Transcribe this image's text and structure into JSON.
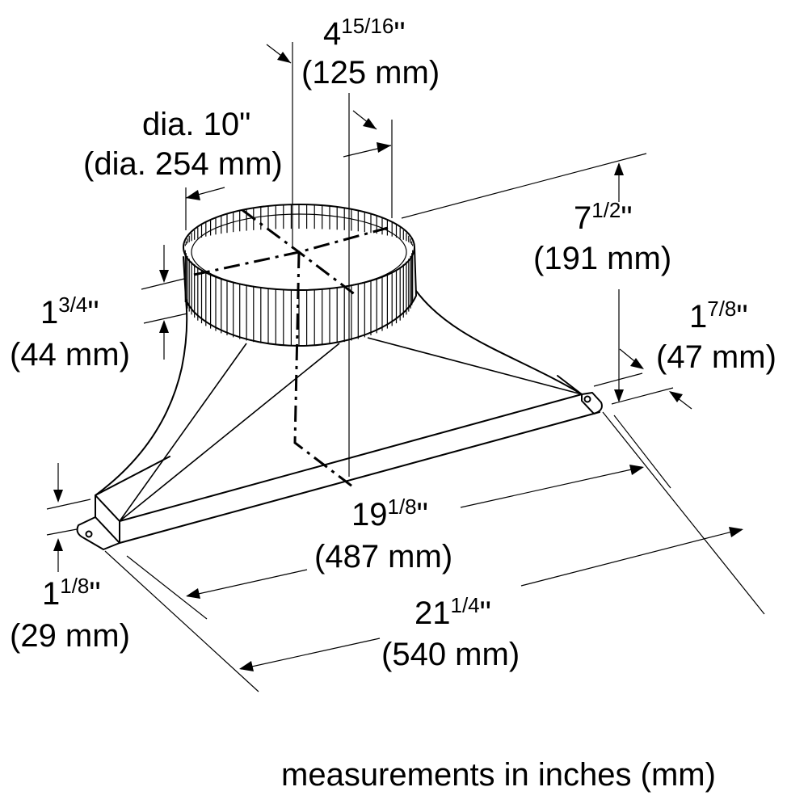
{
  "dimensions": {
    "top_offset": {
      "whole": "4",
      "fraction": "15/16",
      "unit": "\"",
      "metric": "(125 mm)"
    },
    "diameter": {
      "imperial": "dia. 10\"",
      "metric": "(dia. 254 mm)"
    },
    "collar_height": {
      "whole": "1",
      "fraction": "3/4",
      "unit": "\"",
      "metric": "(44 mm)"
    },
    "total_height": {
      "whole": "7",
      "fraction": "1/2",
      "unit": "\"",
      "metric": "(191 mm)"
    },
    "flange_depth": {
      "whole": "1",
      "fraction": "7/8",
      "unit": "\"",
      "metric": "(47 mm)"
    },
    "body_length": {
      "whole": "19",
      "fraction": "1/8",
      "unit": "\"",
      "metric": "(487 mm)"
    },
    "flange_height": {
      "whole": "1",
      "fraction": "1/8",
      "unit": "\"",
      "metric": "(29 mm)"
    },
    "overall_length": {
      "whole": "21",
      "fraction": "1/4",
      "unit": "\"",
      "metric": "(540 mm)"
    }
  },
  "note": "measurements in inches (mm)"
}
